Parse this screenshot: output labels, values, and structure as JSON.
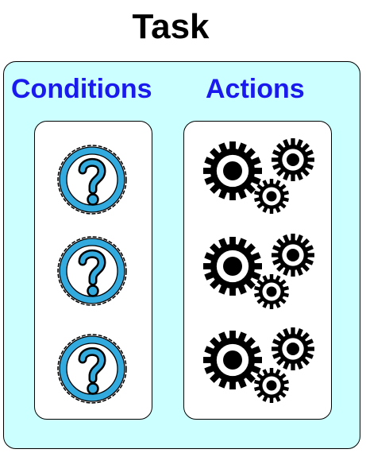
{
  "title": "Task",
  "panel": {
    "fill_color": "#ccffff"
  },
  "columns": {
    "conditions": {
      "heading": "Conditions",
      "items": [
        {
          "icon": "question-mark-icon"
        },
        {
          "icon": "question-mark-icon"
        },
        {
          "icon": "question-mark-icon"
        }
      ]
    },
    "actions": {
      "heading": "Actions",
      "items": [
        {
          "icon": "gears-icon"
        },
        {
          "icon": "gears-icon"
        },
        {
          "icon": "gears-icon"
        }
      ]
    }
  },
  "colors": {
    "heading": "#1a1aee",
    "question_ring": "#33aadd",
    "gear": "#000000"
  }
}
